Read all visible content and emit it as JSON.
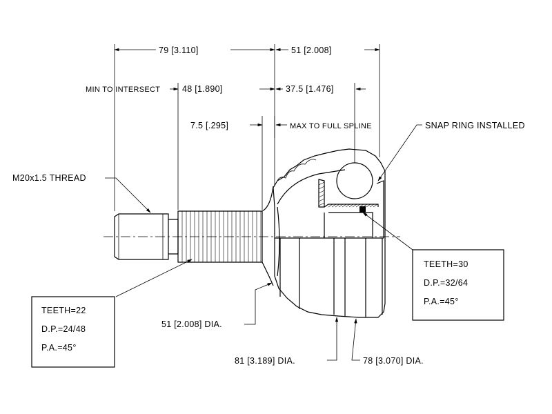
{
  "dimensions": {
    "overall_left": "79 [3.110]",
    "overall_right": "51 [2.008]",
    "min_intersect_label": "MIN TO INTERSECT",
    "min_intersect_value": "48 [1.890]",
    "max_spline_value": "37.5 [1.476]",
    "step_length": "7.5 [.295]",
    "max_spline_label": "MAX TO FULL SPLINE",
    "neck_dia": "51 [2.008] DIA.",
    "housing_dia": "81 [3.189] DIA.",
    "boot_dia": "78 [3.070] DIA."
  },
  "callouts": {
    "thread": "M20x1.5 THREAD",
    "snap_ring": "SNAP RING INSTALLED"
  },
  "spline_specs": {
    "outer": {
      "teeth": "TEETH=22",
      "dp": "D.P.=24/48",
      "pa": "P.A.=45°"
    },
    "inner": {
      "teeth": "TEETH=30",
      "dp": "D.P.=32/64",
      "pa": "P.A.=45°"
    }
  }
}
